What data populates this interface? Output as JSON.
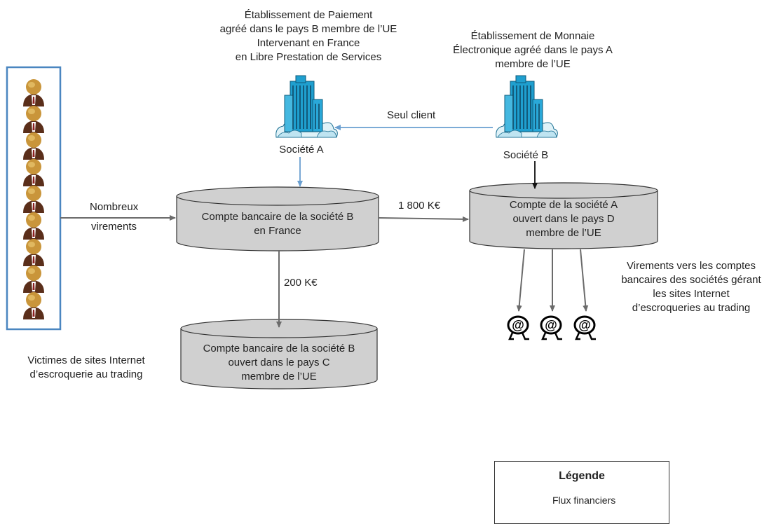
{
  "header": {
    "etablissement_paiement": [
      "Établissement de Paiement",
      "agréé dans le pays B membre de l’UE",
      "Intervenant en France",
      "en Libre Prestation de Services"
    ],
    "etablissement_monnaie": [
      "Établissement de Monnaie",
      "Électronique agréé dans le pays A",
      "membre de l’UE"
    ]
  },
  "companies": {
    "a": "Société A",
    "b": "Société B"
  },
  "flows": {
    "seul_client": "Seul client",
    "nombreux": "Nombreux",
    "virements": "virements",
    "amount_1800": "1 800 K€",
    "amount_200": "200 K€"
  },
  "accounts": {
    "compte_b_france": [
      "Compte bancaire de la société B",
      "en France"
    ],
    "compte_a_pays_d": [
      "Compte de la société A",
      "ouvert dans le pays D",
      "membre de l’UE"
    ],
    "compte_b_pays_c": [
      "Compte bancaire de la société B",
      "ouvert dans le pays C",
      "membre de l’UE"
    ]
  },
  "notes": {
    "victimes": [
      "Victimes de sites Internet",
      "d’escroquerie au trading"
    ],
    "virements_vers": [
      "Virements vers les comptes",
      "bancaires des sociétés gérant",
      "les sites Internet",
      "d’escroqueries au trading"
    ]
  },
  "legend": {
    "title": "Légende",
    "flux": "Flux financiers"
  },
  "colors": {
    "gray_arrow": "#6b6b6b",
    "blue_arrow": "#6a9fd0",
    "box_border": "#4a86c0",
    "cylinder_fill": "#d0d0d0",
    "building": "#1f9fcf"
  },
  "icons": [
    "person-icon",
    "building-icon",
    "at-sign-icon"
  ]
}
